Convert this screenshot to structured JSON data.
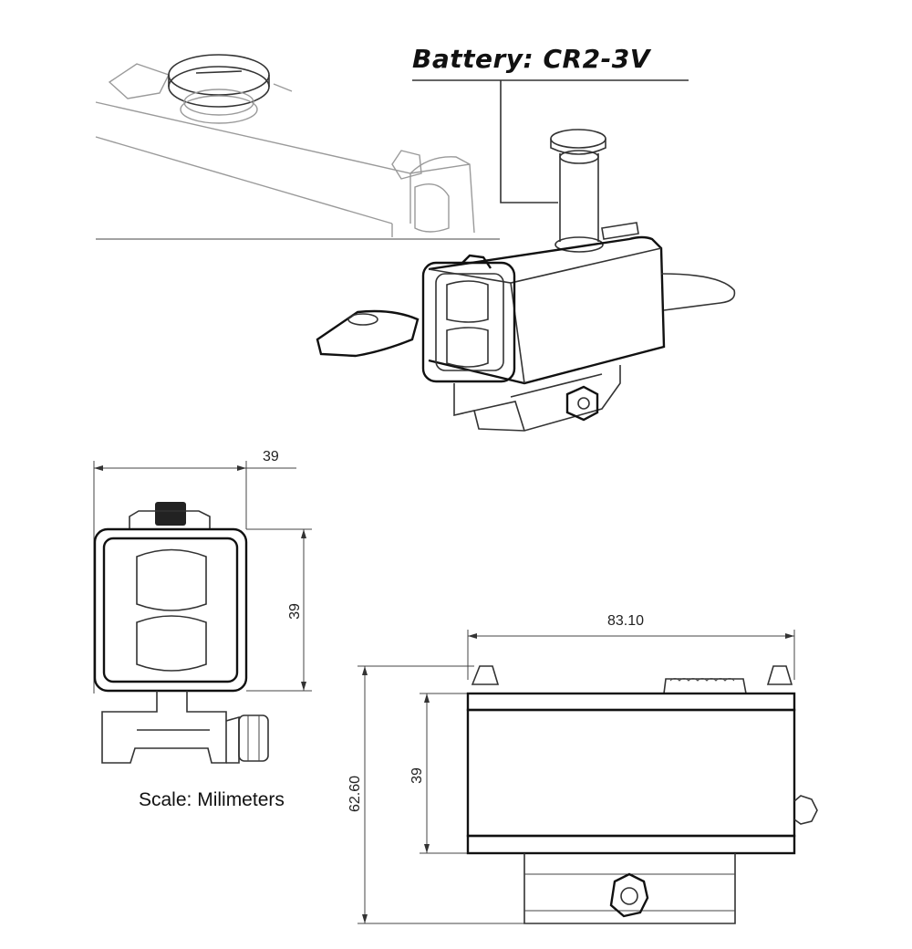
{
  "callout": {
    "battery_label": "Battery: CR2-3V"
  },
  "note": {
    "scale": "Scale: Milimeters"
  },
  "dimensions": {
    "front_width": "39",
    "front_height": "39",
    "side_length": "83.10",
    "side_body_height": "39",
    "side_total_height": "62.60"
  },
  "colors": {
    "line": "#333333",
    "ghost_line": "#9a9a9a",
    "background": "#ffffff"
  }
}
